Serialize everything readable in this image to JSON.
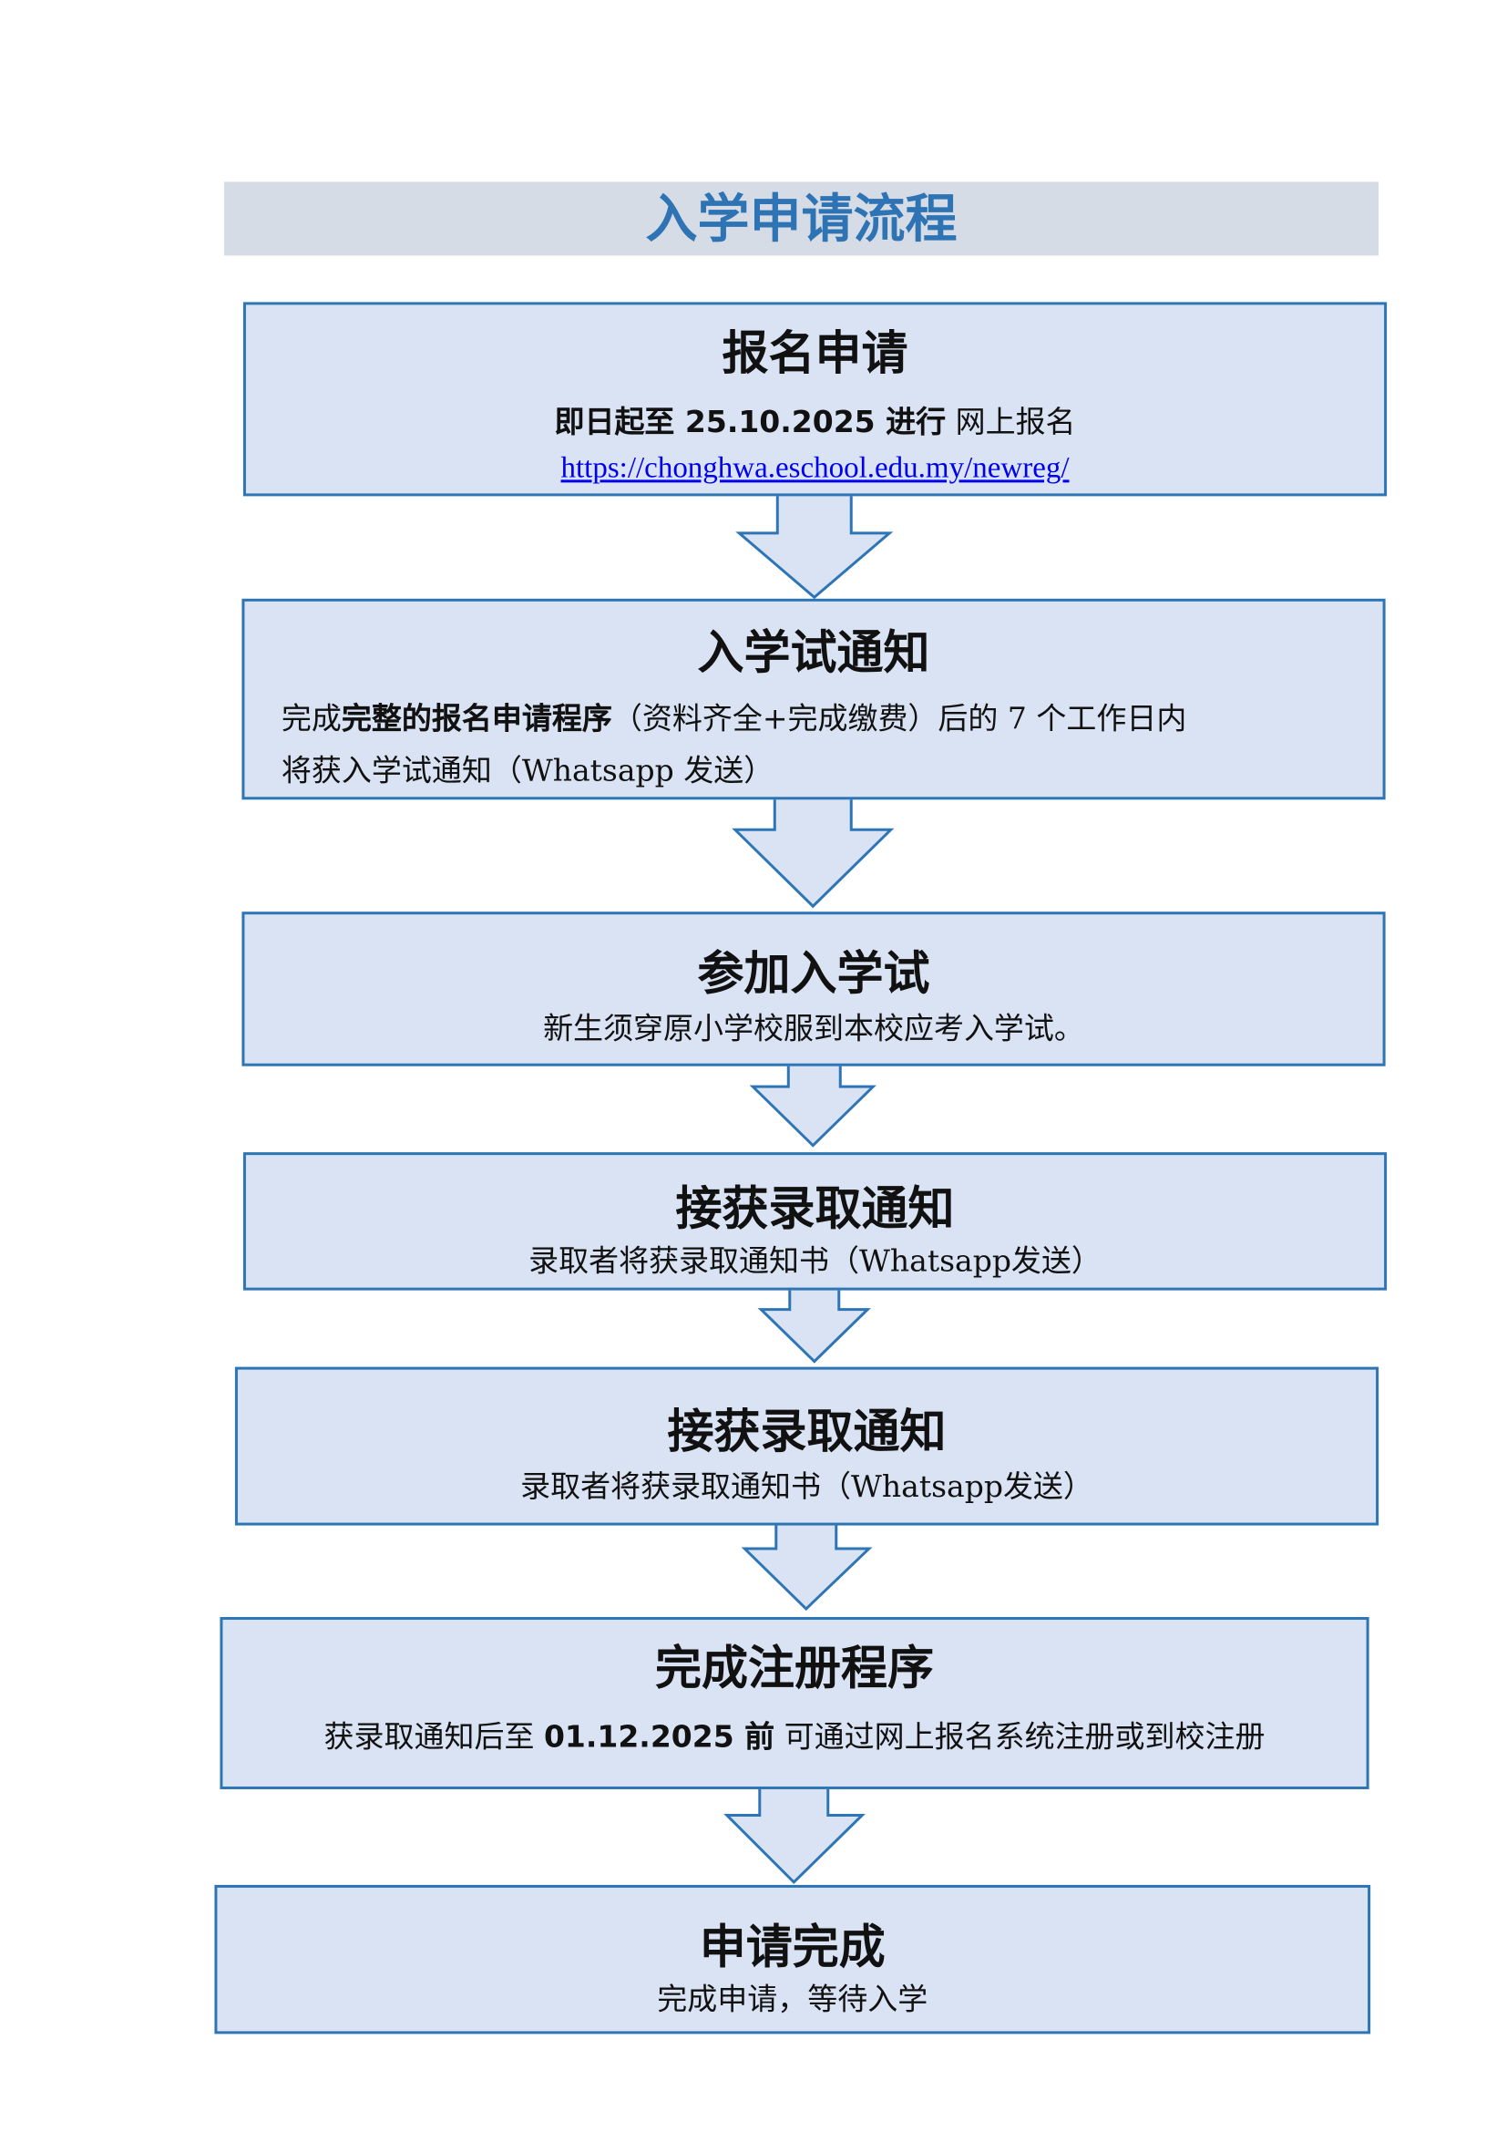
{
  "title": "入学申请流程",
  "steps": [
    {
      "heading": "报名申请",
      "line1_bold": "即日起至 25.10.2025 进行",
      "line1_rest": " 网上报名",
      "link": "https://chonghwa.eschool.edu.my/newreg/"
    },
    {
      "heading": "入学试通知",
      "pre": "完成",
      "bold": "完整的报名申请程序",
      "post": "（资料齐全+完成缴费）后的 7 个工作日内",
      "line2": "将获入学试通知（Whatsapp 发送）"
    },
    {
      "heading": "参加入学试",
      "text": "新生须穿原小学校服到本校应考入学试。"
    },
    {
      "heading": "接获录取通知",
      "text": "录取者将获录取通知书（Whatsapp发送）"
    },
    {
      "heading": "接获录取通知",
      "text": "录取者将获录取通知书（Whatsapp发送）"
    },
    {
      "heading": "完成注册程序",
      "pre": "获录取通知后至 ",
      "bold": "01.12.2025 前",
      "post": " 可通过网上报名系统注册或到校注册"
    },
    {
      "heading": "申请完成",
      "text": "完成申请，等待入学"
    }
  ],
  "colors": {
    "box_fill": "#dae3f3",
    "border": "#2e75b6",
    "banner": "#d6dce5",
    "title": "#2e74b5"
  }
}
